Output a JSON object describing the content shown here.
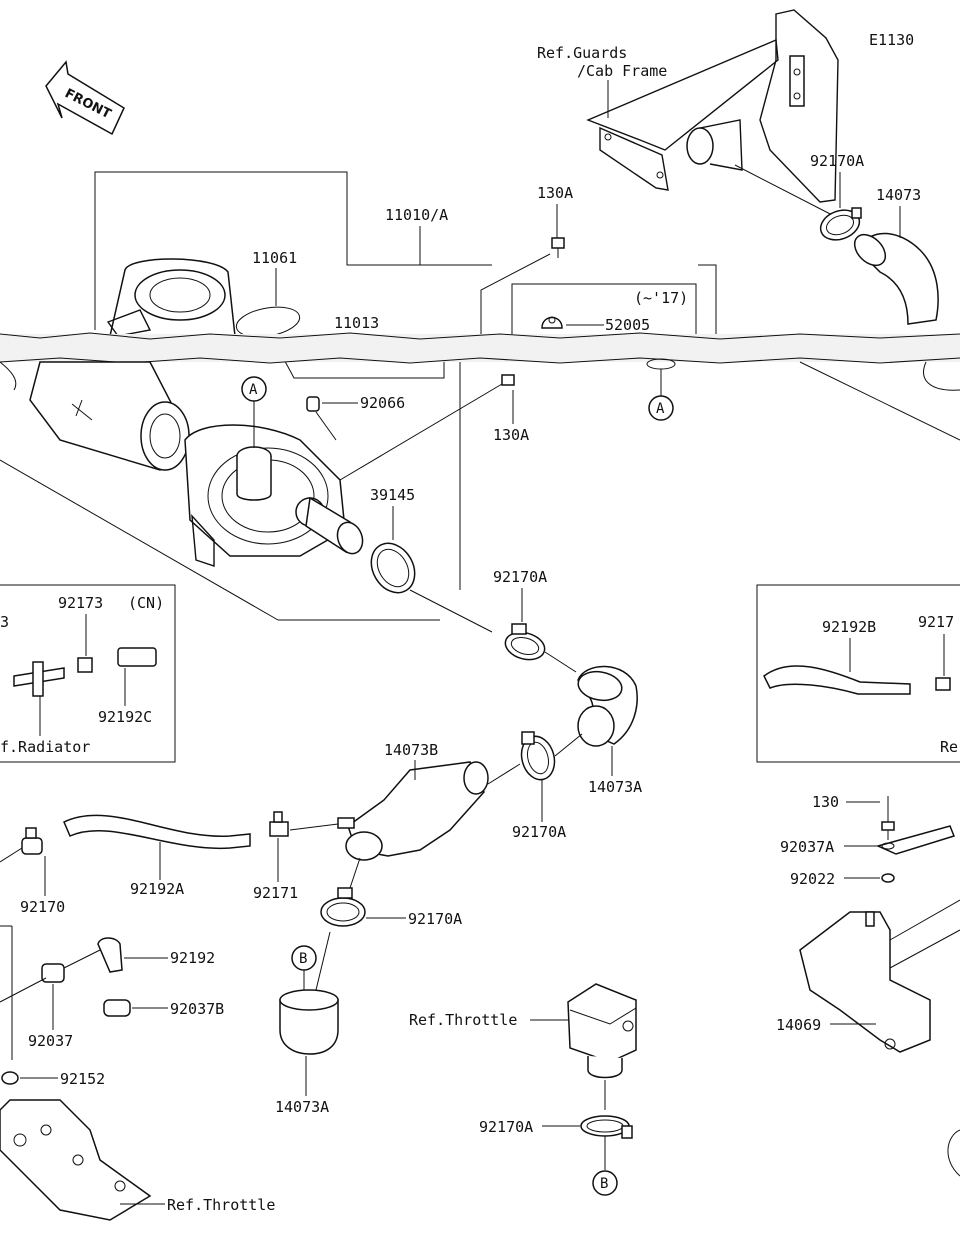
{
  "diagram_code": "E1130",
  "front_arrow": "FRONT",
  "refs": {
    "guards": "Ref.Guards",
    "cab_frame": "/Cab Frame",
    "radiator": "f.Radiator",
    "throttle_mid": "Ref.Throttle",
    "throttle_bottom": "Ref.Throttle",
    "right_edge": "Re"
  },
  "notes": {
    "year": "(~'17)",
    "cn": "(CN)"
  },
  "callouts": {
    "A1": "A",
    "A2": "A",
    "B1": "B",
    "B2": "B"
  },
  "parts": {
    "p11010A": "11010/A",
    "p11061": "11061",
    "p11013": "11013",
    "p130A_top": "130A",
    "p52005": "52005",
    "p92170A_top": "92170A",
    "p14073_top": "14073",
    "p92066": "92066",
    "p130A_mid": "130A",
    "p39145": "39145",
    "p92170A_a": "92170A",
    "p14073A_a": "14073A",
    "p92170A_b": "92170A",
    "p14073B": "14073B",
    "p92170A_c": "92170A",
    "p14073A_b": "14073A",
    "p92173": "92173",
    "p92192C": "92192C",
    "p3": "3",
    "p92192B": "92192B",
    "p9217x": "9217",
    "p92170": "92170",
    "p92192A": "92192A",
    "p92171": "92171",
    "p92192": "92192",
    "p92037B": "92037B",
    "p92037": "92037",
    "p92152": "92152",
    "p130": "130",
    "p92037A": "92037A",
    "p92022": "92022",
    "p14069": "14069",
    "p92170A_d": "92170A"
  }
}
